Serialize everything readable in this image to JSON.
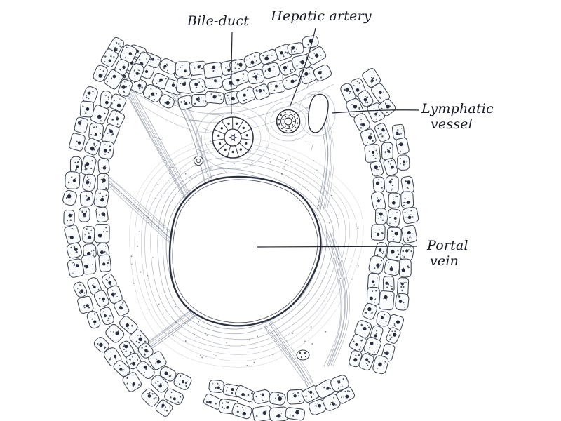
{
  "figure": {
    "background": "#ffffff",
    "ink": "#2b3140",
    "labels": {
      "bile_duct": "Bile-duct",
      "hepatic_artery": "Hepatic artery",
      "lymphatic_line1": "Lymphatic",
      "lymphatic_line2": "vessel",
      "portal_line1": "Portal",
      "portal_line2": "vein"
    }
  }
}
